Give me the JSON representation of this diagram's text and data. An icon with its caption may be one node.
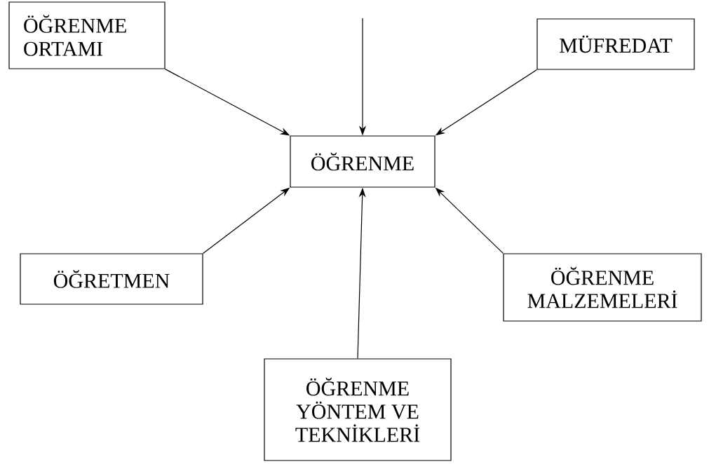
{
  "diagram": {
    "nodes": [
      {
        "text": [
          "ÖĞRENME ORTAMI"
        ]
      },
      {
        "text": [
          "MÜFREDAT"
        ]
      },
      {
        "text": [
          "ÖĞRENME"
        ]
      },
      {
        "text": [
          "ÖĞRETMEN"
        ]
      },
      {
        "text": [
          "ÖĞRENME MALZEMELERİ"
        ]
      },
      {
        "text": [
          "ÖĞRENME YÖNTEM VE TEKNİKLERİ"
        ]
      }
    ],
    "edges": [
      {
        "from": 0,
        "to": 2,
        "arrow": "to"
      },
      {
        "from": null,
        "to": 2,
        "arrow": "to"
      },
      {
        "from": 1,
        "to": 2,
        "arrow": "to"
      },
      {
        "from": 3,
        "to": 2,
        "arrow": "to"
      },
      {
        "from": 4,
        "to": 2,
        "arrow": "to"
      },
      {
        "from": 5,
        "to": 2,
        "arrow": "to"
      }
    ]
  }
}
